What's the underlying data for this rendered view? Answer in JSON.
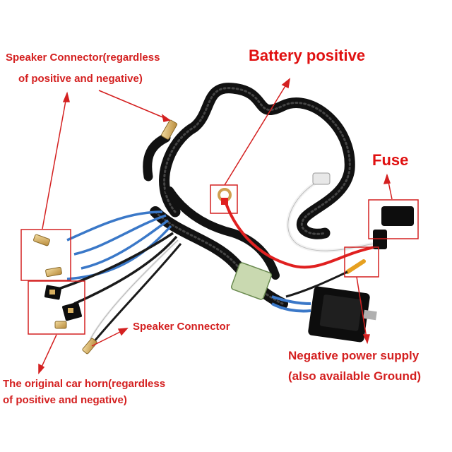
{
  "labels": {
    "speaker_connector_top_line1": "Speaker Connector(regardless",
    "speaker_connector_top_line2": "of positive and negative)",
    "battery_positive": "Battery positive",
    "fuse": "Fuse",
    "speaker_connector": "Speaker Connector",
    "horn_line1": "The original car horn(regardless",
    "horn_line2": "of positive and negative)",
    "negative_line1": "Negative power supply",
    "negative_line2": "(also available Ground)"
  },
  "colors": {
    "label": "#d42020",
    "wire_black": "#1a1a1a",
    "wire_blue": "#3a78c8",
    "wire_red": "#e02020",
    "wire_white": "#f2f2f2",
    "terminal_gold": "#d8b060"
  }
}
